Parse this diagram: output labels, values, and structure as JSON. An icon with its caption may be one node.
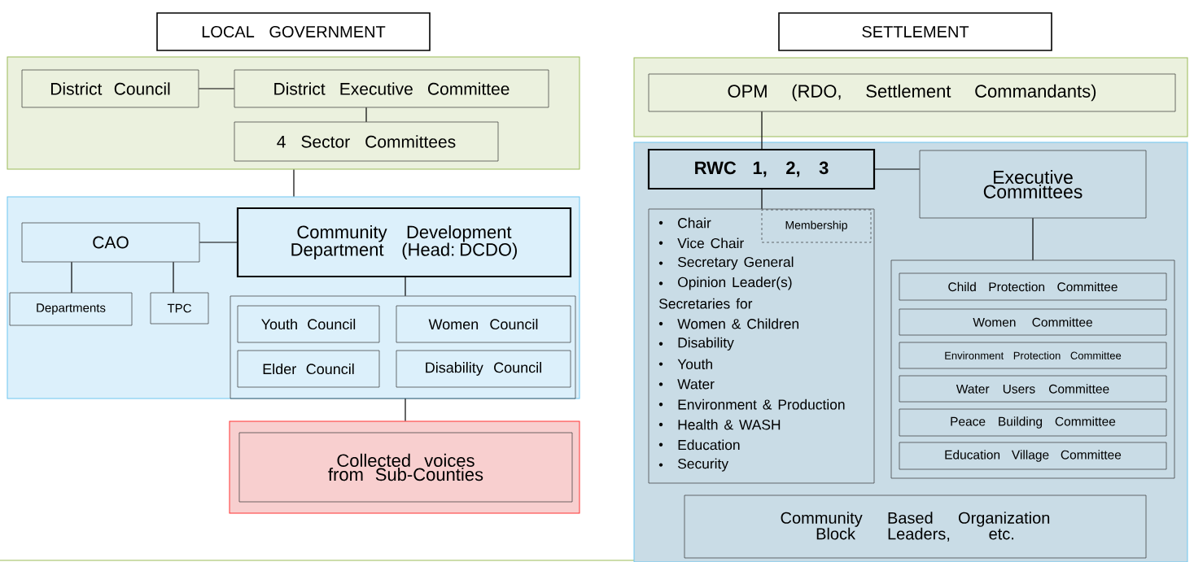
{
  "diagram": {
    "nodes": [
      {
        "text": [
          "LOCAL GOVERNMENT"
        ]
      },
      {
        "text": [
          "SETTLEMENT"
        ]
      },
      {
        "text": [],
        "shape": "box"
      },
      {
        "text": [
          "District Council"
        ],
        "in": 2
      },
      {
        "text": [
          "District Executive Committee"
        ],
        "in": 2
      },
      {
        "text": [
          "4 Sector Committees"
        ],
        "in": 2
      },
      {
        "text": [],
        "shape": "box"
      },
      {
        "text": [
          "CAO"
        ],
        "in": 6
      },
      {
        "text": [
          "Community Development Department (Head: DCDO)"
        ],
        "in": 6
      },
      {
        "text": [
          "Departments"
        ],
        "in": 6
      },
      {
        "text": [
          "TPC"
        ],
        "in": 6
      },
      {
        "text": [],
        "shape": "box",
        "in": 6
      },
      {
        "text": [
          "Youth Council"
        ],
        "in": 11
      },
      {
        "text": [
          "Women Council"
        ],
        "in": 11
      },
      {
        "text": [
          "Elder Council"
        ],
        "in": 11
      },
      {
        "text": [
          "Disability Council"
        ],
        "in": 11
      },
      {
        "text": [],
        "shape": "box"
      },
      {
        "text": [
          "Collected voices from Sub-Counties"
        ],
        "in": 16
      },
      {
        "text": [],
        "shape": "box"
      },
      {
        "text": [
          "OPM (RDO, Settlement Commandants)"
        ],
        "in": 18
      },
      {
        "text": [],
        "shape": "box"
      },
      {
        "text": [
          "RWC 1, 2, 3"
        ],
        "in": 20
      },
      {
        "text": [
          "Executive Committees"
        ],
        "in": 20
      },
      {
        "text": [
          "Chair",
          "Vice Chair",
          "Secretary General",
          "Opinion Leader(s)",
          "Secretaries for",
          "Women & Children",
          "Disability",
          "Youth",
          "Water",
          "Environment & Production",
          "Health & WASH",
          "Education",
          "Security"
        ],
        "in": 20
      },
      {
        "text": [
          "Membership"
        ],
        "in": 23
      },
      {
        "text": [],
        "shape": "box",
        "in": 20
      },
      {
        "text": [
          "Child Protection Committee"
        ],
        "in": 25
      },
      {
        "text": [
          "Women Committee"
        ],
        "in": 25
      },
      {
        "text": [
          "Environment Protection Committee"
        ],
        "in": 25
      },
      {
        "text": [
          "Water Users Committee"
        ],
        "in": 25
      },
      {
        "text": [
          "Peace Building Committee"
        ],
        "in": 25
      },
      {
        "text": [
          "Education Village Committee"
        ],
        "in": 25
      },
      {
        "text": [
          "Community Based Organization",
          "Block Leaders, etc."
        ],
        "in": 20
      }
    ],
    "edges": [
      {
        "from": 3,
        "to": 4,
        "arrow": "none"
      },
      {
        "from": 4,
        "to": 5,
        "arrow": "none"
      },
      {
        "from": 2,
        "to": 6,
        "arrow": "none"
      },
      {
        "from": 7,
        "to": 8,
        "arrow": "none"
      },
      {
        "from": 7,
        "to": 9,
        "arrow": "none"
      },
      {
        "from": 7,
        "to": 10,
        "arrow": "none"
      },
      {
        "from": 8,
        "to": 11,
        "arrow": "none"
      },
      {
        "from": 11,
        "to": 16,
        "arrow": "none"
      },
      {
        "from": 19,
        "to": 21,
        "arrow": "none"
      },
      {
        "from": 21,
        "to": 22,
        "arrow": "none"
      },
      {
        "from": 21,
        "to": 23,
        "arrow": "none"
      },
      {
        "from": 22,
        "to": 25,
        "arrow": "none"
      }
    ]
  }
}
